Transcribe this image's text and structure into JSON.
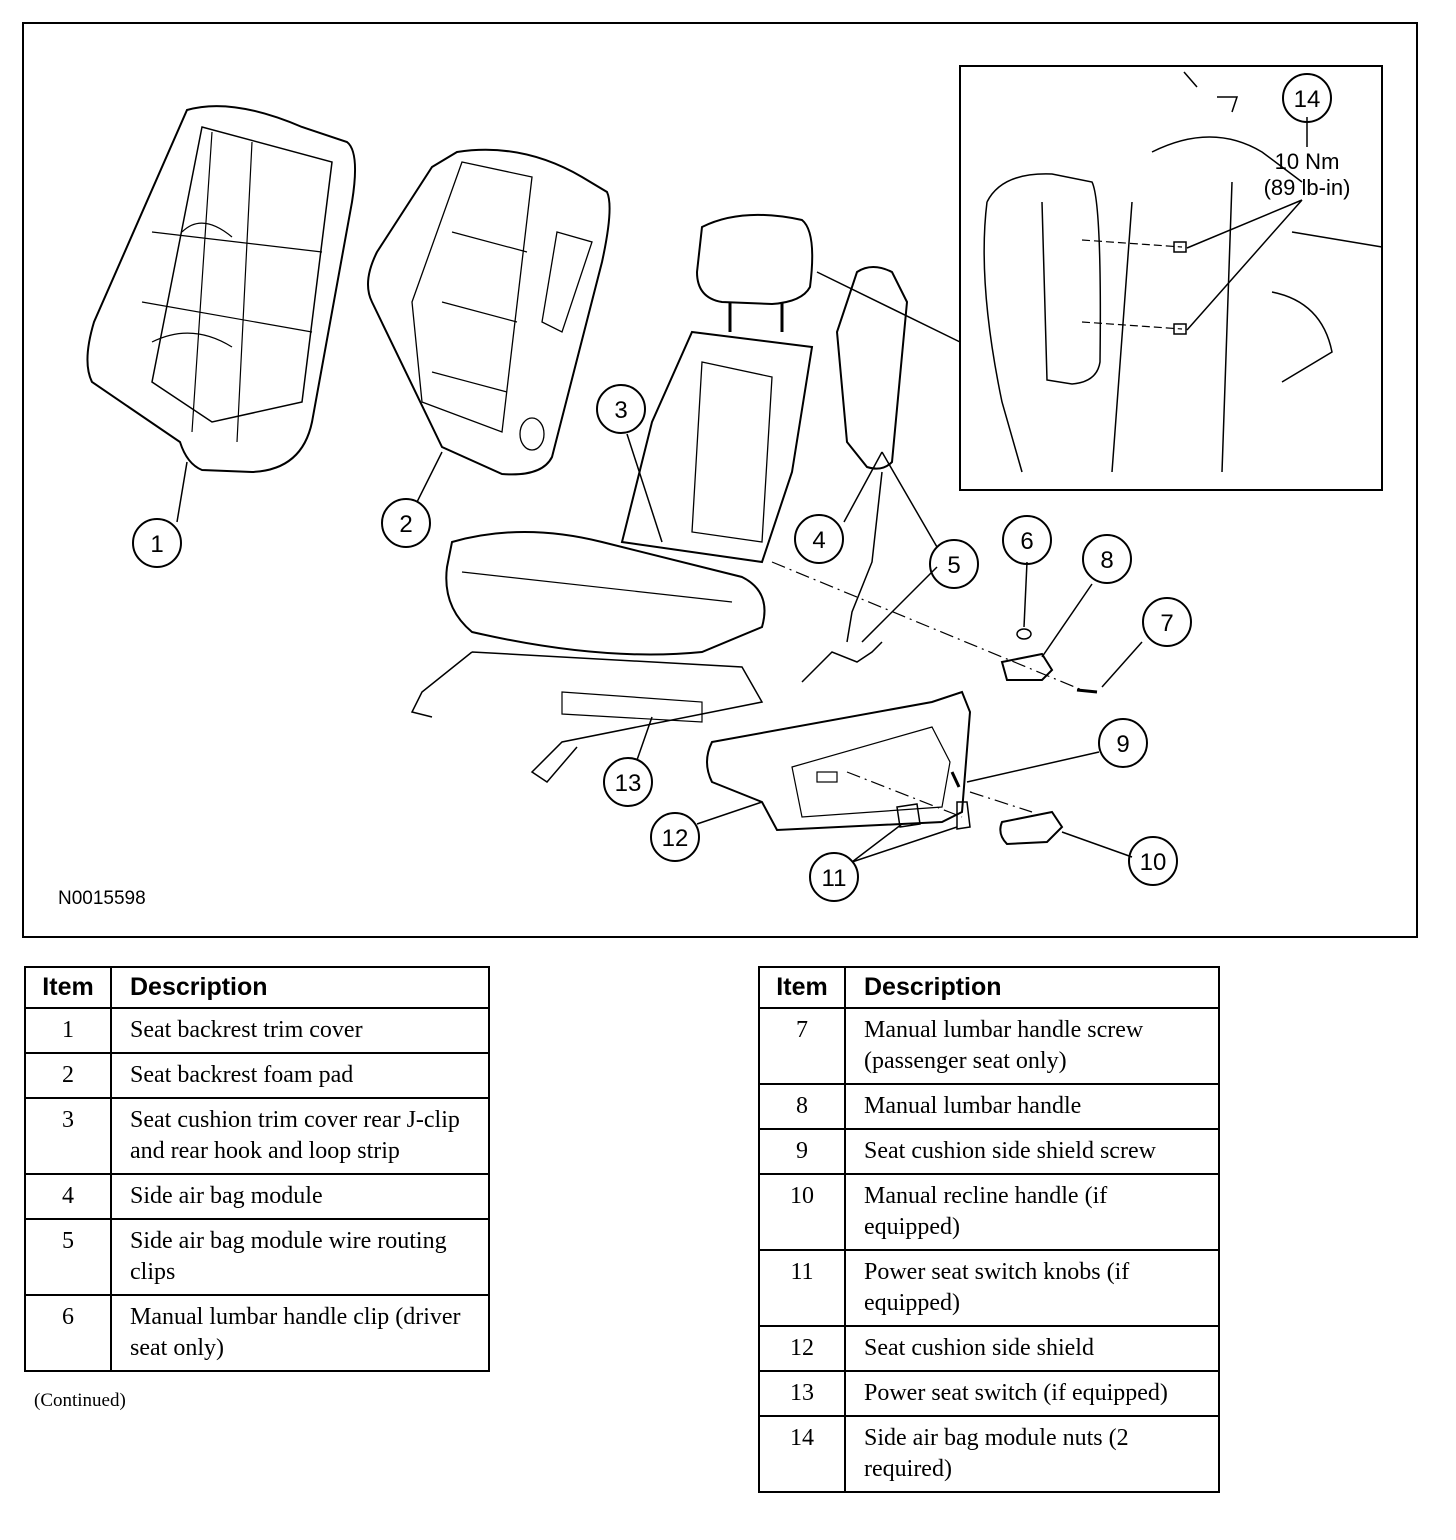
{
  "figure": {
    "id": "N0015598",
    "callouts": [
      "1",
      "2",
      "3",
      "4",
      "5",
      "6",
      "7",
      "8",
      "9",
      "10",
      "11",
      "12",
      "13",
      "14"
    ],
    "torque_line1": "10 Nm",
    "torque_line2": "(89 lb-in)"
  },
  "table_left": {
    "header_item": "Item",
    "header_desc": "Description",
    "rows": [
      {
        "item": "1",
        "desc": "Seat backrest trim cover"
      },
      {
        "item": "2",
        "desc": "Seat backrest foam pad"
      },
      {
        "item": "3",
        "desc": "Seat cushion trim cover rear J-clip and rear hook and loop strip"
      },
      {
        "item": "4",
        "desc": "Side air bag module"
      },
      {
        "item": "5",
        "desc": "Side air bag module wire routing clips"
      },
      {
        "item": "6",
        "desc": "Manual lumbar handle clip (driver seat only)"
      }
    ],
    "note": "(Continued)"
  },
  "table_right": {
    "header_item": "Item",
    "header_desc": "Description",
    "rows": [
      {
        "item": "7",
        "desc": "Manual lumbar handle screw (passenger seat only)"
      },
      {
        "item": "8",
        "desc": "Manual lumbar handle"
      },
      {
        "item": "9",
        "desc": "Seat cushion side shield screw"
      },
      {
        "item": "10",
        "desc": "Manual recline handle (if equipped)"
      },
      {
        "item": "11",
        "desc": "Power seat switch knobs (if equipped)"
      },
      {
        "item": "12",
        "desc": "Seat cushion side shield"
      },
      {
        "item": "13",
        "desc": "Power seat switch (if equipped)"
      },
      {
        "item": "14",
        "desc": "Side air bag module nuts (2 required)"
      }
    ]
  }
}
